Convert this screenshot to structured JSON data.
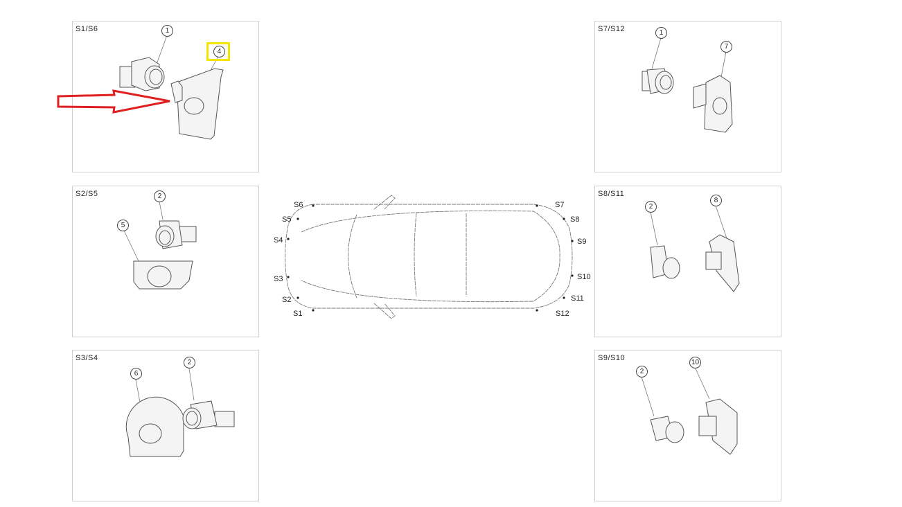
{
  "panels": [
    {
      "id": "s1-s6",
      "title": "S1/S6",
      "callouts": [
        "1",
        "4"
      ]
    },
    {
      "id": "s2-s5",
      "title": "S2/S5",
      "callouts": [
        "2",
        "5"
      ]
    },
    {
      "id": "s3-s4",
      "title": "S3/S4",
      "callouts": [
        "6",
        "2"
      ]
    },
    {
      "id": "s7-s12",
      "title": "S7/S12",
      "callouts": [
        "1",
        "7"
      ]
    },
    {
      "id": "s8-s11",
      "title": "S8/S11",
      "callouts": [
        "2",
        "8"
      ]
    },
    {
      "id": "s9-s10",
      "title": "S9/S10",
      "callouts": [
        "2",
        "10"
      ]
    }
  ],
  "car": {
    "sensors": [
      "S1",
      "S2",
      "S3",
      "S4",
      "S5",
      "S6",
      "S7",
      "S8",
      "S9",
      "S10",
      "S11",
      "S12"
    ]
  },
  "annotations": {
    "highlight_color": "#f5e400",
    "arrow_color": "#e02020",
    "highlighted_callout": "4"
  }
}
